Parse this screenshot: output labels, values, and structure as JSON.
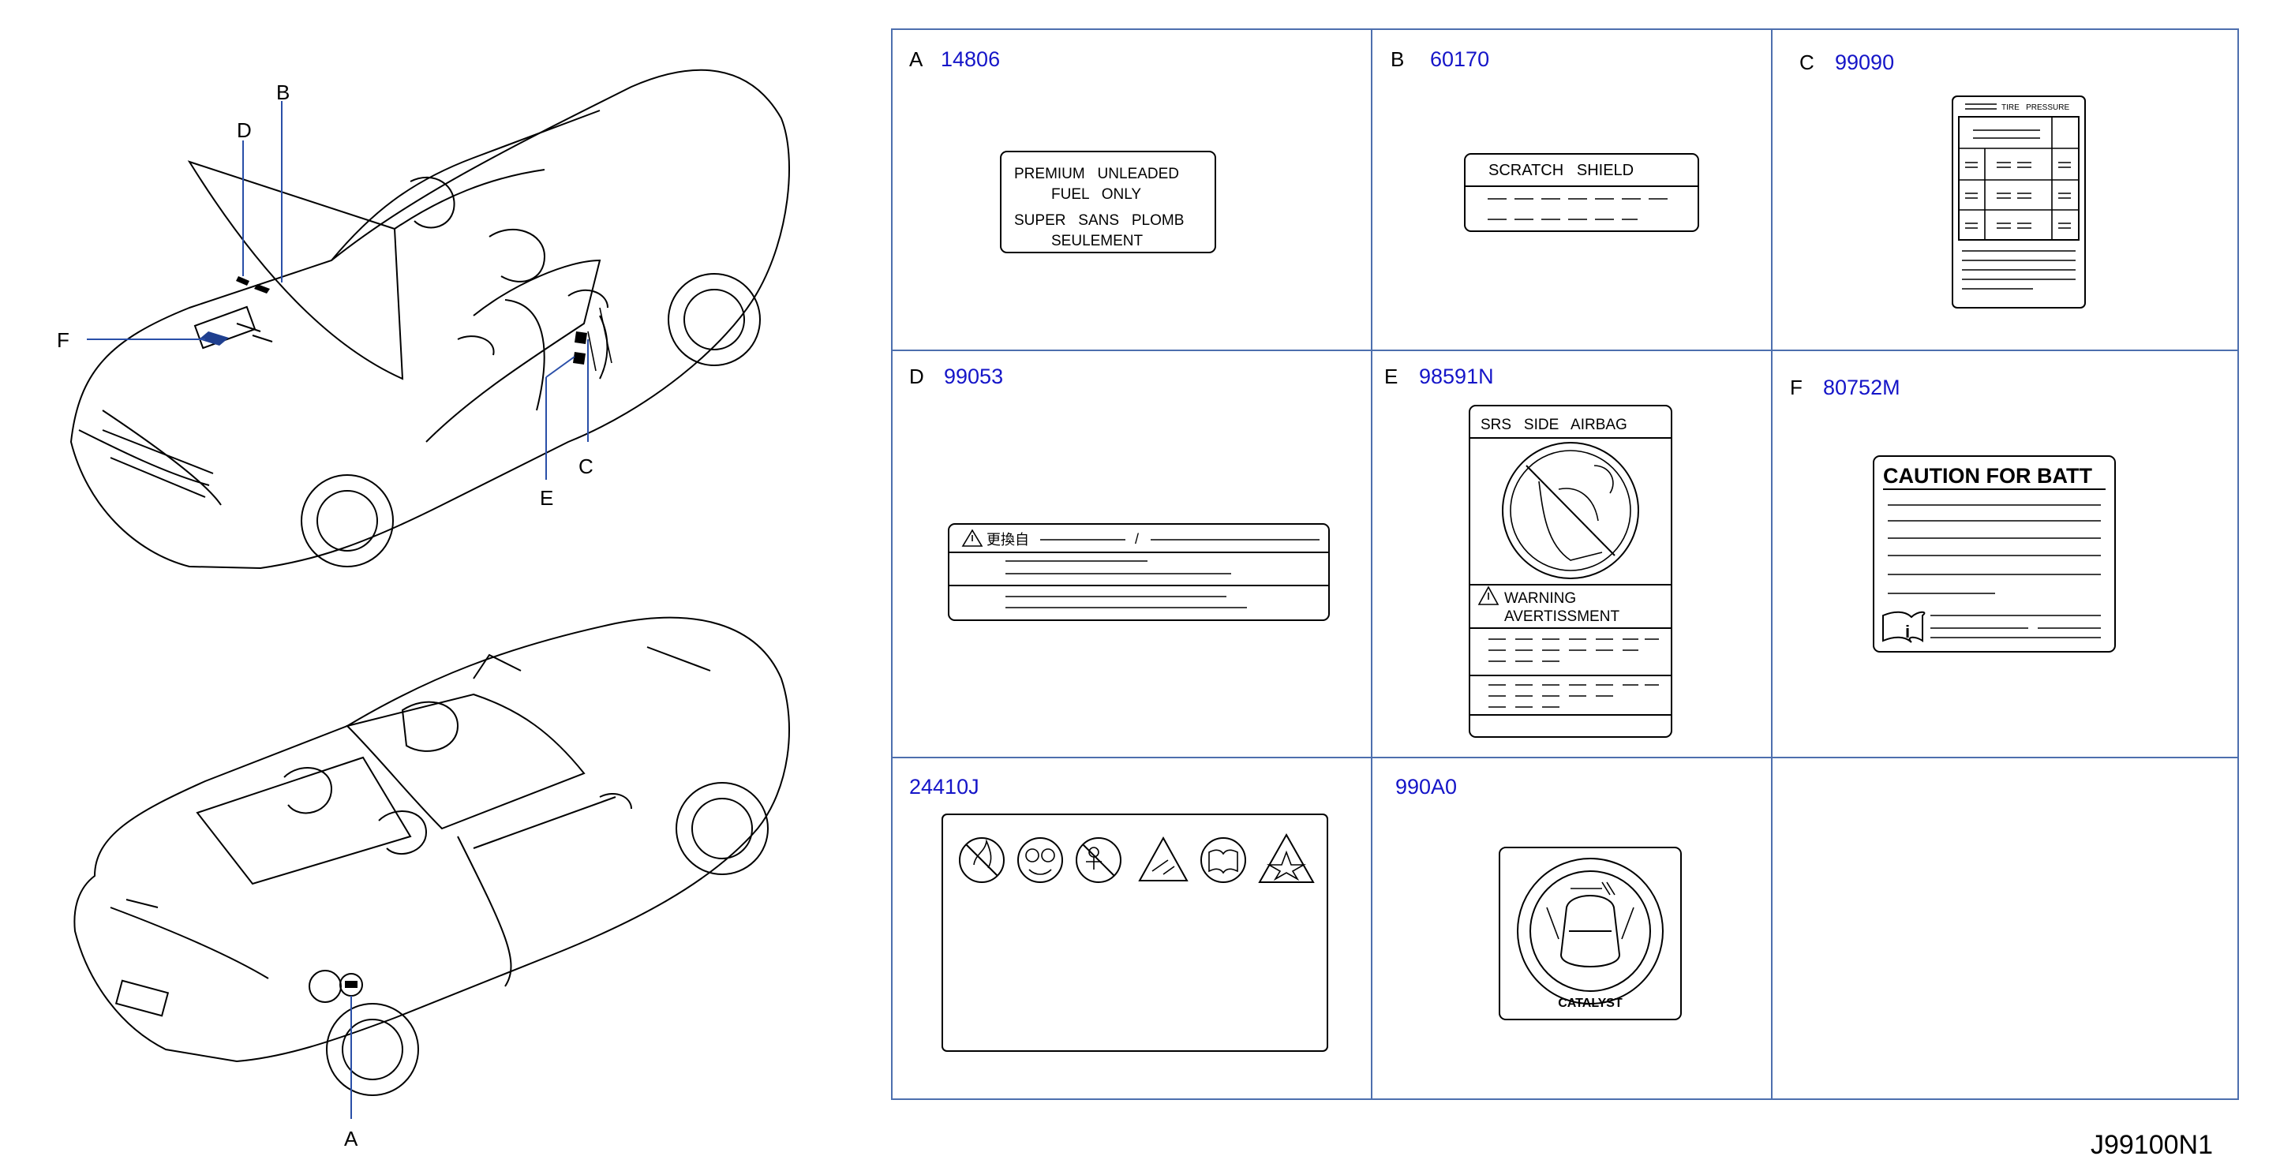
{
  "callouts": {
    "a": "A",
    "b": "B",
    "c": "C",
    "d": "D",
    "e": "E",
    "f": "F"
  },
  "cells": {
    "a": {
      "letter": "A",
      "code": "14806"
    },
    "b": {
      "letter": "B",
      "code": "60170"
    },
    "c": {
      "letter": "C",
      "code": "99090"
    },
    "d": {
      "letter": "D",
      "code": "99053"
    },
    "e": {
      "letter": "E",
      "code": "98591N"
    },
    "f": {
      "letter": "F",
      "code": "80752M"
    },
    "g": {
      "code": "24410J"
    },
    "h": {
      "code": "990A0"
    }
  },
  "labels": {
    "a": {
      "line1": "PREMIUM   UNLEADED",
      "line2": "FUEL   ONLY",
      "line3": "SUPER   SANS   PLOMB",
      "line4": "SEULEMENT"
    },
    "b": {
      "title": "SCRATCH   SHIELD"
    },
    "c": {
      "header": "TIRE   PRESSURE"
    },
    "d": {
      "header": "更換自",
      "sep": "/"
    },
    "e": {
      "title": "SRS   SIDE   AIRBAG",
      "warn1": "WARNING",
      "warn2": "AVERTISSMENT"
    },
    "f": {
      "title": "CAUTION FOR BATT"
    },
    "h": {
      "caption": "CATALYST"
    }
  },
  "diagram_id": "J99100N1",
  "colors": {
    "code": "#1515c8",
    "grid": "#4d6fae",
    "leader": "#2a4fa8"
  }
}
